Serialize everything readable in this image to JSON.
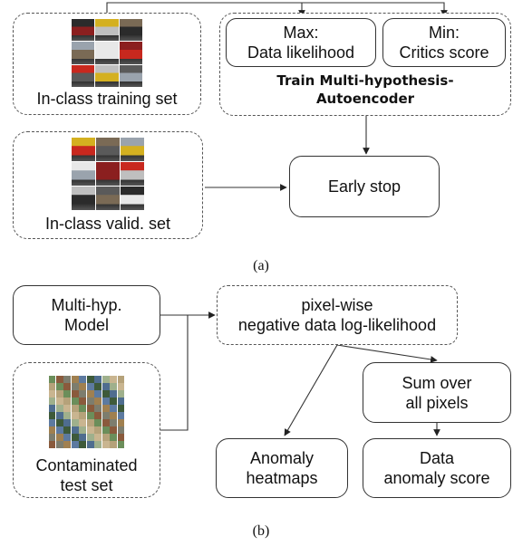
{
  "part_a": {
    "caption": "(a)",
    "training_set": {
      "label": "In-class training set"
    },
    "valid_set": {
      "label": "In-class valid. set"
    },
    "train_group": {
      "max_box": {
        "line1": "Max:",
        "line2": "Data likelihood"
      },
      "min_box": {
        "line1": "Min:",
        "line2": "Critics score"
      },
      "title_line1": "Train Multi-hypothesis-",
      "title_line2": "Autoencoder"
    },
    "early_stop": {
      "label": "Early stop"
    }
  },
  "part_b": {
    "caption": "(b)",
    "model": {
      "line1": "Multi-hyp.",
      "line2": "Model"
    },
    "test_set": {
      "line1": "Contaminated",
      "line2": "test set"
    },
    "nll": {
      "line1": "pixel-wise",
      "line2": "negative data log-likelihood"
    },
    "sum_box": {
      "line1": "Sum over",
      "line2": "all pixels"
    },
    "heatmaps": {
      "line1": "Anomaly",
      "line2": "heatmaps"
    },
    "score": {
      "line1": "Data",
      "line2": "anomaly score"
    }
  },
  "colors": {
    "car_palette": [
      "#8b1f1f",
      "#c8281e",
      "#bfbfbf",
      "#5a5a5a",
      "#2b2b2b",
      "#d4b020",
      "#7a6a55",
      "#9aa3ad",
      "#e8e8e8"
    ],
    "mosaic_palette": [
      "#6b8e5a",
      "#a08050",
      "#4f6d8f",
      "#b5a27a",
      "#7d7d6e",
      "#3e5a3a",
      "#c9b590",
      "#8a5a3c",
      "#5d7aa0",
      "#9fb08c"
    ]
  }
}
